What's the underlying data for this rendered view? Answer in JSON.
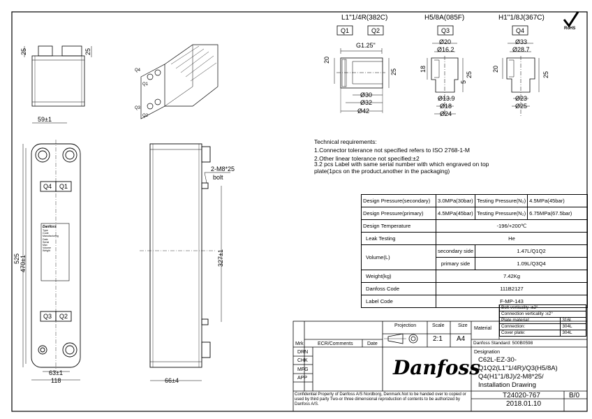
{
  "connections": {
    "q1q2": {
      "spec": "L1\"1/4R(382C)",
      "label_q1": "Q1",
      "label_q2": "Q2",
      "thread": "G1.25\"",
      "d_inner": "Ø30",
      "d_mid": "Ø32",
      "d_outer": "Ø42",
      "h_left": "20",
      "h_right": "25"
    },
    "q3": {
      "spec": "H5/8A(085F)",
      "label": "Q3",
      "d_top1": "Ø20",
      "d_top2": "Ø16.2",
      "d_bot1": "Ø13.9",
      "d_bot2": "Ø18",
      "d_bot3": "Ø24",
      "h_left": "18",
      "h_right": "25",
      "h_small": "5"
    },
    "q4": {
      "spec": "H1\"1/8J(367C)",
      "label": "Q4",
      "d_top1": "Ø33",
      "d_top2": "Ø28.7",
      "d_bot1": "Ø23",
      "d_bot2": "Ø25",
      "h_left": "20",
      "h_right": "25"
    }
  },
  "rohs_label": "RoHS",
  "views": {
    "top_dims": {
      "left": "25",
      "right": "25",
      "width": "59±1"
    },
    "iso_labels": [
      "Q4",
      "Q1",
      "Q3",
      "Q2"
    ],
    "front": {
      "q4": "Q4",
      "q1": "Q1",
      "q3": "Q3",
      "q2": "Q2",
      "height_inner": "470±1",
      "height_total": "525",
      "width_inner": "63±1",
      "width_total": "118"
    },
    "side": {
      "bolt": "2-M8*25",
      "bolt_sub": "bolt",
      "dim_bolts": "327±1",
      "depth": "66±4"
    }
  },
  "nameplate": {
    "lines": [
      "Danfoss",
      "Type",
      "Code",
      "Manufacturing",
      "Date",
      "Serial",
      "Max",
      "Volume",
      "Weight"
    ]
  },
  "tech": {
    "title": "Technical requirements:",
    "items": [
      "1.Connector tolerance not specified refers to ISO 2768-1-M",
      "2.Other linear tolerance not specified:±2",
      "3.2 pcs Label with same serial number with which engraved on top plate(1pcs on the product,another in the packaging)"
    ]
  },
  "spec": {
    "design_pressure_secondary_label": "Design Pressure(secondary)",
    "design_pressure_secondary": "3.0MPa(30bar)",
    "testing_pressure_label_1": "Testing Pressure(N₂)",
    "testing_pressure_1": "4.5MPa(45bar)",
    "design_pressure_primary_label": "Design Pressure(primary)",
    "design_pressure_primary": "4.5MPa(45bar)",
    "testing_pressure_label_2": "Testing Pressure(N₂)",
    "testing_pressure_2": "6.75MPa(67.5bar)",
    "design_temperature_label": "Design Temperature",
    "design_temperature": "-196/+200℃",
    "leak_testing_label": "Leak Testing",
    "leak_testing": "He",
    "volume_label": "Volume(L)",
    "secondary_side_label": "secondary side",
    "secondary_side": "1.47L/Q1Q2",
    "primary_side_label": "primary side",
    "primary_side": "1.09L/Q3Q4",
    "weight_label": "Weight(kg)",
    "weight": "7.42Kg",
    "danfoss_code_label": "Danfoss Code",
    "danfoss_code": "111B2127",
    "label_code_label": "Label Code",
    "label_code": "F-MP-143"
  },
  "title_block": {
    "bolt_verticality": "Bolt verticality  :±2°",
    "connection_verticality": "Connection  verticality  :±2°",
    "plate_material_label": "Plate material:",
    "plate_material": "316L",
    "connection_label": "Connection:",
    "connection": "304L",
    "cover_plate_label": "Cover plate:",
    "cover_plate": "304L",
    "projection": "Projection",
    "scale_label": "Scale",
    "scale": "2:1",
    "size_label": "Size",
    "size": "A4",
    "material": "Material",
    "danfoss_standard": "Danfoss Standard: 500B0598",
    "mrk": "Mrk",
    "ecr": "ECR/Comments",
    "date": "Date",
    "rows": [
      "DRN",
      "CHK",
      "MFG",
      "APP"
    ],
    "designation_label": "Designation",
    "designation_lines": [
      "C62L-EZ-30-",
      "Q1Q2(L1\"1/4R)/Q3(H5/8A)",
      "Q4(H1\"1/8J)/2-M8*25/",
      "Installation Drawing"
    ],
    "logo": "Danfoss",
    "confidential": "Confidential Property of Danfoss A/S Nordborg, Denmark.Not to be handed over to copied or used by third party Two-or three dimensional reproduction of contents to be authorized by Danfoss A/S.",
    "drawing_no": "T24020-767",
    "revision": "B/0",
    "date_value": "2018.01.10"
  }
}
